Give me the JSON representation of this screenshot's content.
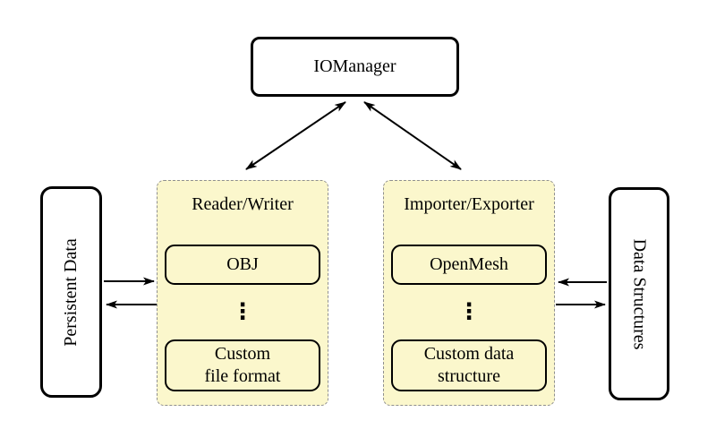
{
  "colors": {
    "panel_fill": "#FBF7CC",
    "panel_border": "#8F8F8F",
    "line_color": "#000000",
    "node_fill": "#FFFFFF",
    "canvas_bg": "#FFFFFF"
  },
  "nodes": {
    "iomanager": "IOManager",
    "persistent_data": "Persistent Data",
    "data_structures": "Data Structures"
  },
  "reader_writer": {
    "title": "Reader/Writer",
    "top_item": "OBJ",
    "ellipsis": "⋮",
    "bottom_item": "Custom\nfile format"
  },
  "importer_exporter": {
    "title": "Importer/Exporter",
    "top_item": "OpenMesh",
    "ellipsis": "⋮",
    "bottom_item": "Custom data\nstructure"
  }
}
